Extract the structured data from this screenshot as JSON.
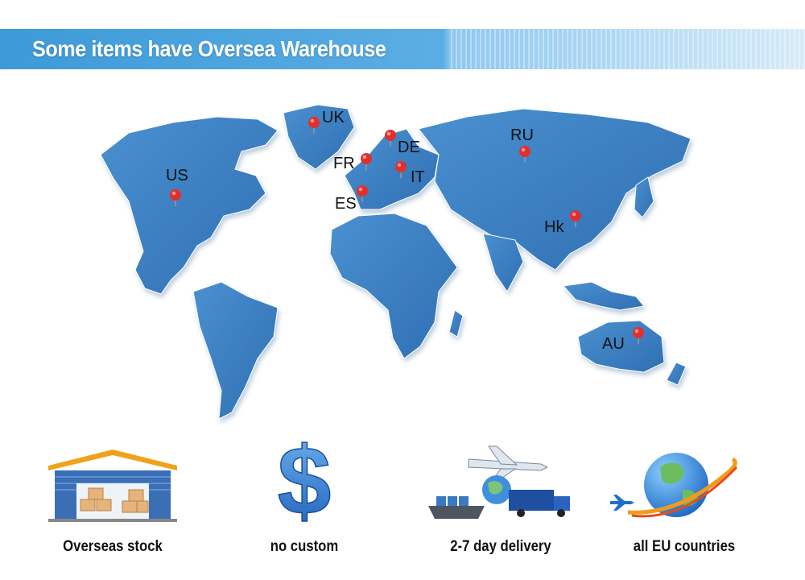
{
  "banner": {
    "title": "Some items have Oversea Warehouse"
  },
  "locations": [
    {
      "code": "UK"
    },
    {
      "code": "DE"
    },
    {
      "code": "FR"
    },
    {
      "code": "IT"
    },
    {
      "code": "ES"
    },
    {
      "code": "US"
    },
    {
      "code": "RU"
    },
    {
      "code": "Hk"
    },
    {
      "code": "AU"
    }
  ],
  "features": [
    {
      "label": "Overseas stock",
      "icon": "warehouse-icon"
    },
    {
      "label": "no custom",
      "icon": "dollar-sign-icon"
    },
    {
      "label": "2-7 day delivery",
      "icon": "transport-icon"
    },
    {
      "label": "all  EU countries",
      "icon": "globe-plane-icon"
    }
  ],
  "colors": {
    "banner": "#3d9ad8",
    "map": "#3f82c4",
    "pin": "#e0302e"
  }
}
